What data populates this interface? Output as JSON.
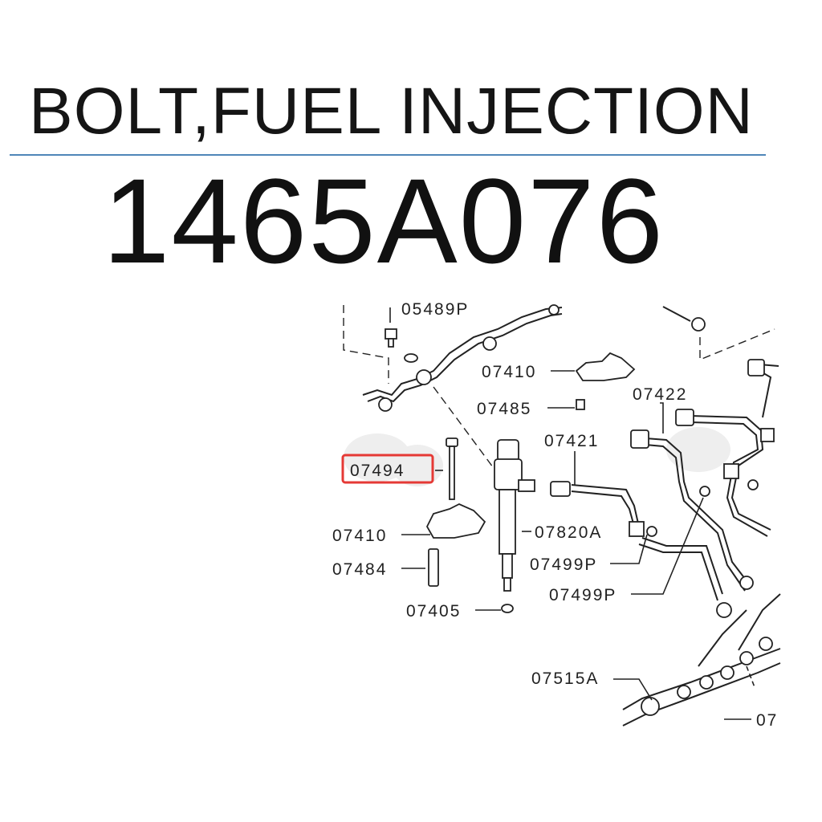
{
  "title": "BOLT,FUEL INJECTION",
  "part_number": "1465A076",
  "highlight_color": "#e53935",
  "rule_color": "#4f86b8",
  "diagram": {
    "labels": {
      "l05489p": "05489P",
      "l07410_top": "07410",
      "l07485": "07485",
      "l07422": "07422",
      "l07421": "07421",
      "l07494": "07494",
      "l07410_bottom": "07410",
      "l07820a": "07820A",
      "l07484": "07484",
      "l07499p_1": "07499P",
      "l07499p_2": "07499P",
      "l07405": "07405",
      "l07515a": "07515A",
      "l07_cut": "07"
    }
  }
}
